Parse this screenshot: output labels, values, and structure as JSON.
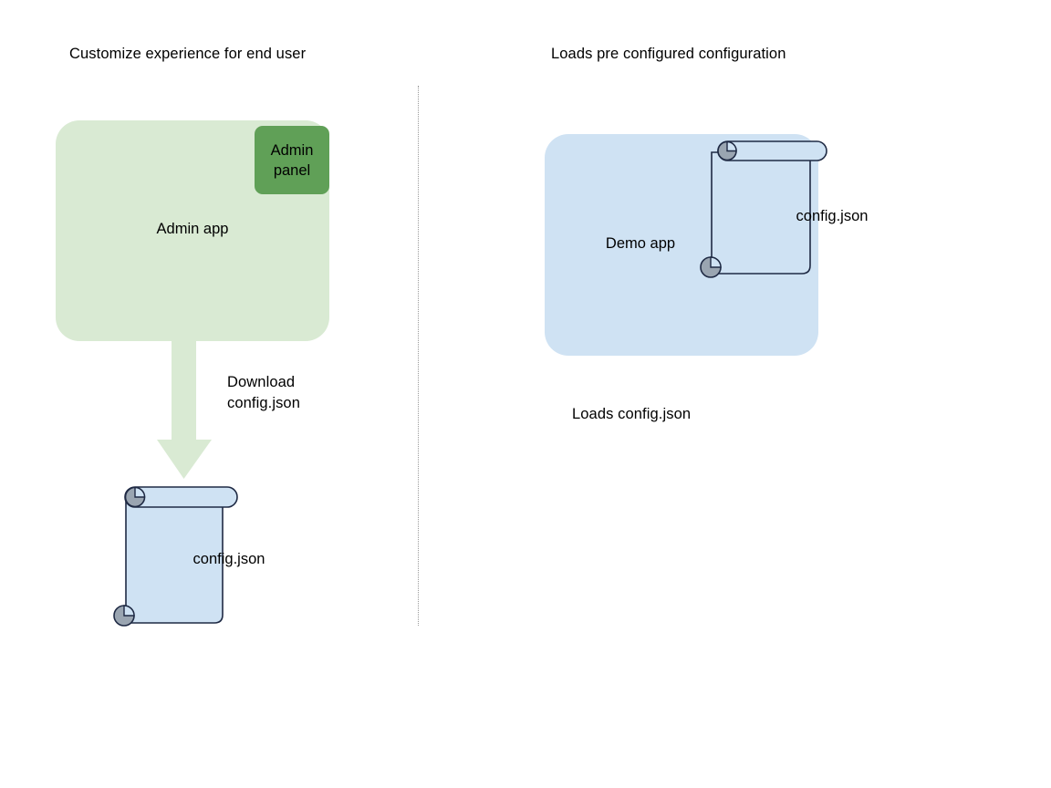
{
  "diagram": {
    "title_left": "Customize experience for end user",
    "title_right": "Loads pre configured configuration",
    "divider": "vertical-dotted-divider",
    "colors": {
      "admin_app_fill": "#d9ead3",
      "admin_panel_fill": "#60a057",
      "demo_app_fill": "#cfe2f3",
      "document_fill": "#cfe2f3",
      "document_stroke": "#1f2a44",
      "document_curl_fill": "#9aa5b1",
      "arrow_fill": "#d9ead3",
      "divider_stroke": "#9a9a9a",
      "text": "#000000",
      "background": "#ffffff"
    },
    "left_flow": {
      "app_card": {
        "label": "Admin app",
        "panel": {
          "label": "Admin\npanel"
        }
      },
      "arrow": {
        "direction": "down",
        "label": "Download\nconfig.json"
      },
      "document": {
        "caption": "config.json",
        "icon": "scroll-document"
      }
    },
    "right_flow": {
      "app_card": {
        "label": "Demo app",
        "document": {
          "caption": "config.json",
          "icon": "scroll-document"
        }
      },
      "caption": "Loads config.json"
    }
  }
}
